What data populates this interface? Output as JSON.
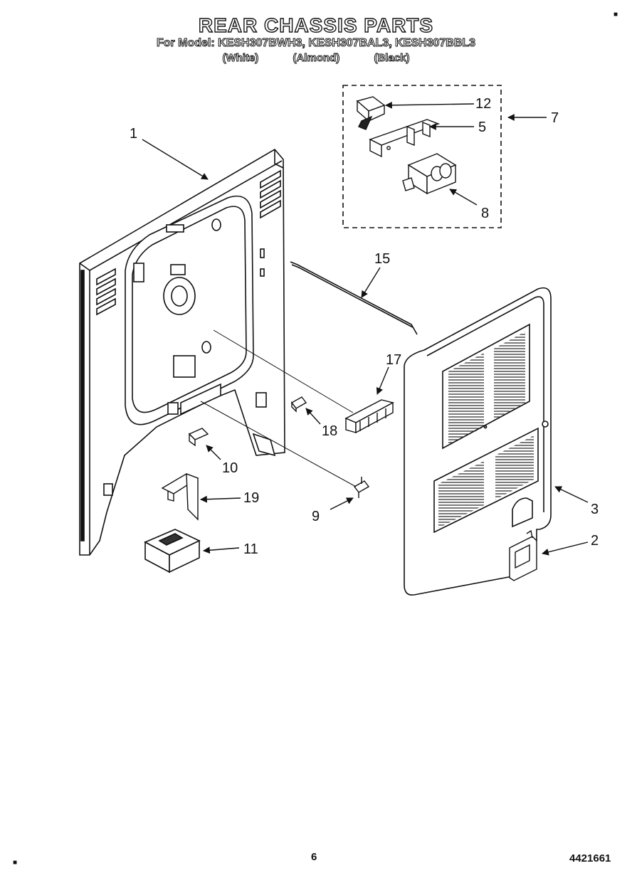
{
  "title": "REAR CHASSIS PARTS",
  "subtitle": "For Model: KESH307BWH3, KESH307BAL3, KESH307BBL3",
  "colors": [
    "(White)",
    "(Almond)",
    "(Black)"
  ],
  "callouts": {
    "c1": "1",
    "c2": "2",
    "c3": "3",
    "c5": "5",
    "c7": "7",
    "c8": "8",
    "c9": "9",
    "c10": "10",
    "c11": "11",
    "c12": "12",
    "c15": "15",
    "c17": "17",
    "c18": "18",
    "c19": "19"
  },
  "footer": {
    "page_number": "6",
    "doc_number": "4421661"
  }
}
